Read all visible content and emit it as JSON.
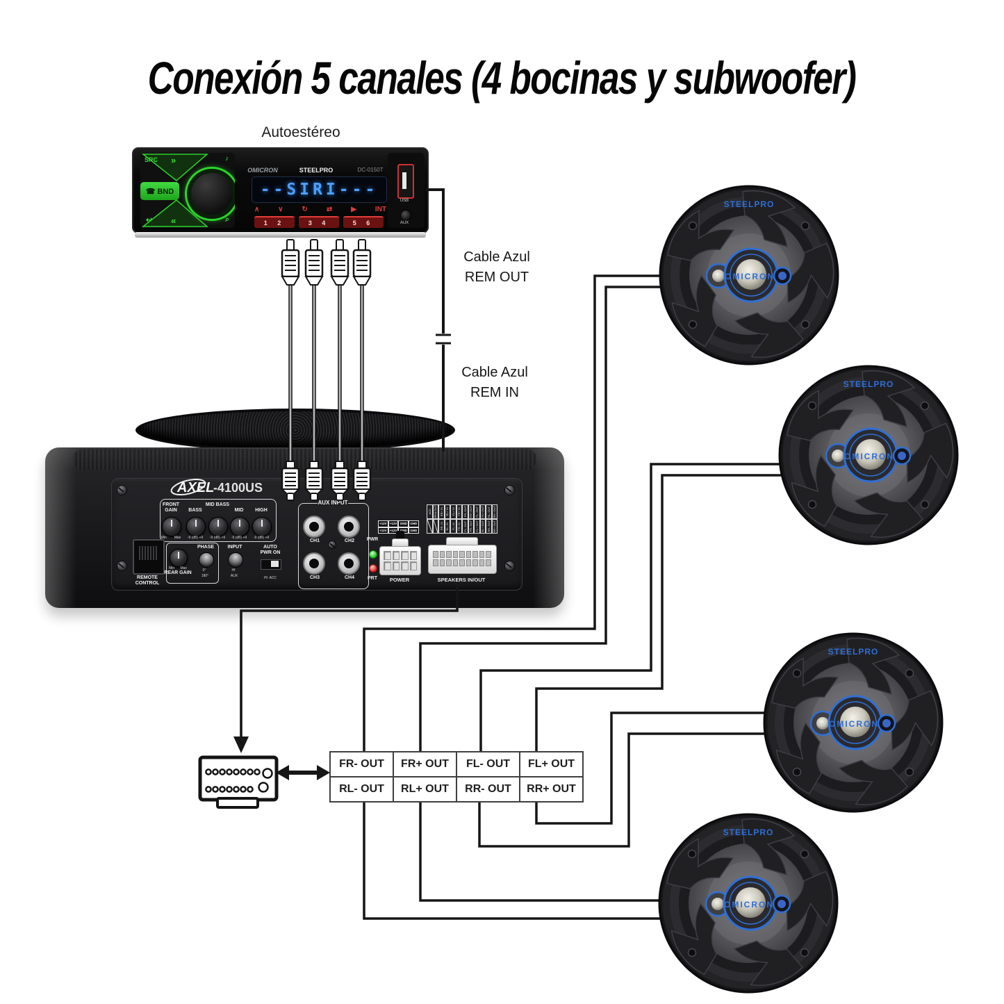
{
  "title": "Conexión 5 canales (4 bocinas y subwoofer)",
  "stereo": {
    "label": "Autoestéreo",
    "src": "SRC",
    "next": "»",
    "bnd": "☎ BND",
    "prev": "«",
    "back": "↩",
    "note": "♪",
    "search": "⌕",
    "brand_left": "OMICRON",
    "brand_center": "STEELPRO",
    "model": "DC-0150T",
    "display": "--SIRI---",
    "transport": [
      "∧",
      "∨",
      "↻",
      "⇄",
      "▶",
      "INT"
    ],
    "numbers": [
      "1 2",
      "3 4",
      "5 6"
    ],
    "usb": "USB",
    "aux": "AUX"
  },
  "cables": {
    "rem_out_1": "Cable Azul",
    "rem_out_2": "REM OUT",
    "rem_in_1": "Cable Azul",
    "rem_in_2": "REM IN"
  },
  "amp": {
    "brand": "AXEL",
    "model": "-4100US",
    "knobs": [
      {
        "label": "FRONT GAIN",
        "sub": "Min        Max"
      },
      {
        "label": "BASS",
        "sub": "-9 (dB) +9"
      },
      {
        "label": "MID BASS",
        "sub": "-9 (dB) +9"
      },
      {
        "label": "MID",
        "sub": "-9 (dB) +9"
      },
      {
        "label": "HIGH",
        "sub": "-9 (dB) +9"
      }
    ],
    "remote": "REMOTE CONTROL",
    "rear_minmax": "Min      Max",
    "rear_gain": "REAR GAIN",
    "phase": "PHASE",
    "phase_0": "0°",
    "phase_180": "180°",
    "input": "INPUT",
    "input_hi": "HI",
    "input_aux": "AUX",
    "auto_1": "AUTO",
    "auto_2": "PWR ON",
    "auto_mode": "HI  ACC",
    "aux_title": "AUX INPUT",
    "ch": [
      "CH1",
      "CH2",
      "CH3",
      "CH4"
    ],
    "pwr": "PWR",
    "prt": "PRT",
    "power_pins_top": [
      "+12V",
      "+12V",
      "GND",
      "GND"
    ],
    "power_pins_bot": [
      "+12V",
      "+12V",
      "GND",
      "GND"
    ],
    "chart_pins_top": [
      "ACC",
      "REM OUT",
      "RR+ IN",
      "RL+ IN",
      "FL+ IN",
      "FR+ IN",
      "FR- OUT",
      "FR+ OUT",
      "FL- OUT",
      "FL+ OUT",
      "RL- OUT",
      "RR+ OUT"
    ],
    "chart_pins_bot": [
      "",
      "",
      "RR- IN",
      "RL- IN",
      "FL- IN",
      "FR- IN",
      "FL- OUT",
      "FR- OUT",
      "FL+ OUT",
      "RL+ OUT",
      "RR- OUT",
      "RR+ OUT"
    ],
    "power": "POWER",
    "speakers_io": "SPEAKERS IN/OUT"
  },
  "speaker": {
    "brand": "STEELPRO",
    "center": "OMICRON"
  },
  "pin_table": {
    "rows": [
      [
        "FR- OUT",
        "FR+ OUT",
        "FL- OUT",
        "FL+ OUT"
      ],
      [
        "RL- OUT",
        "RL+ OUT",
        "RR- OUT",
        "RR+ OUT"
      ]
    ]
  }
}
